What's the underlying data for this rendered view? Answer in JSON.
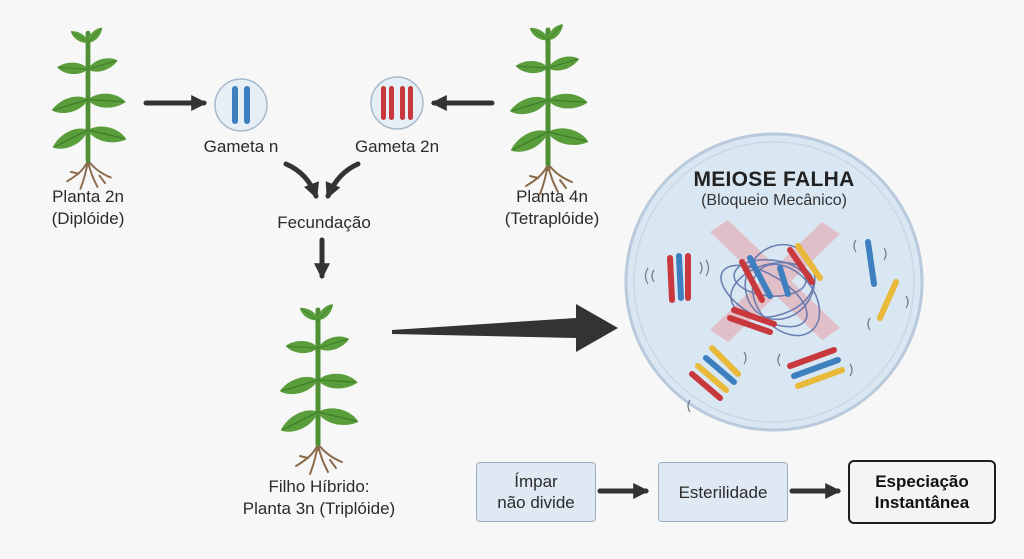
{
  "plants": {
    "diploid": {
      "line1": "Planta 2n",
      "line2": "(Diplóide)"
    },
    "tetraploid": {
      "line1": "Planta 4n",
      "line2": "(Tetraplóide)"
    },
    "hybrid": {
      "line1": "Filho Híbrido:",
      "line2": "Planta 3n (Triplóide)"
    }
  },
  "gametes": {
    "n": {
      "label": "Gameta n",
      "color": "#3d7fbf"
    },
    "two_n": {
      "label": "Gameta 2n",
      "color": "#c8383c"
    }
  },
  "fertilization": {
    "label": "Fecundação"
  },
  "meiosis": {
    "title": "MEIOSE FALHA",
    "subtitle": "(Bloqueio Mecânico)",
    "cross_color": "#e8a0a8",
    "cell_fill": "#d9e7f2"
  },
  "flow": {
    "odd": {
      "line1": "Ímpar",
      "line2": "não divide"
    },
    "sterility": "Esterilidade",
    "speciation": {
      "line1": "Especiação",
      "line2": "Instantânea"
    }
  },
  "colors": {
    "leaf": "#5a9e3c",
    "leaf_dark": "#3f7d2a",
    "stem": "#4f8f35",
    "root": "#8a6a4a",
    "arrow": "#333333",
    "chrom_red": "#c8383c",
    "chrom_blue": "#3d7fbf",
    "chrom_yellow": "#e9b93a"
  }
}
